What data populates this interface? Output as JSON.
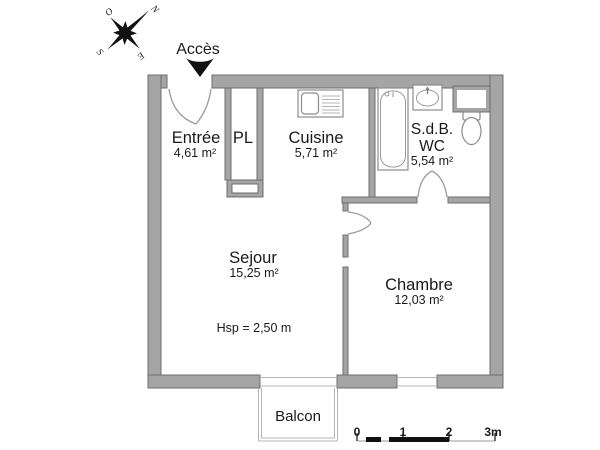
{
  "plan": {
    "access": {
      "label": "Accès"
    },
    "compass": {
      "north": "N",
      "east": "E",
      "south": "S",
      "west": "O"
    },
    "rooms": {
      "entree": {
        "name": "Entrée",
        "area": "4,61 m²"
      },
      "placard": {
        "name": "PL"
      },
      "cuisine": {
        "name": "Cuisine",
        "area": "5,71 m²"
      },
      "sdb": {
        "name": "S.d.B.",
        "name2": "WC",
        "area": "5,54 m²"
      },
      "sejour": {
        "name": "Sejour",
        "area": "15,25 m²",
        "ceiling_height": "Hsp = 2,50 m"
      },
      "chambre": {
        "name": "Chambre",
        "area": "12,03 m²"
      },
      "balcon": {
        "name": "Balcon"
      }
    },
    "scale_bar": {
      "unit_labels": [
        "0",
        "1",
        "2",
        "3m"
      ]
    },
    "colors": {
      "wall_fill": "#a5a5a5",
      "wall_outline": "#6d6d6d",
      "fixture_line": "#8c8c8c",
      "text": "#1a1a1a",
      "background": "#ffffff"
    }
  }
}
